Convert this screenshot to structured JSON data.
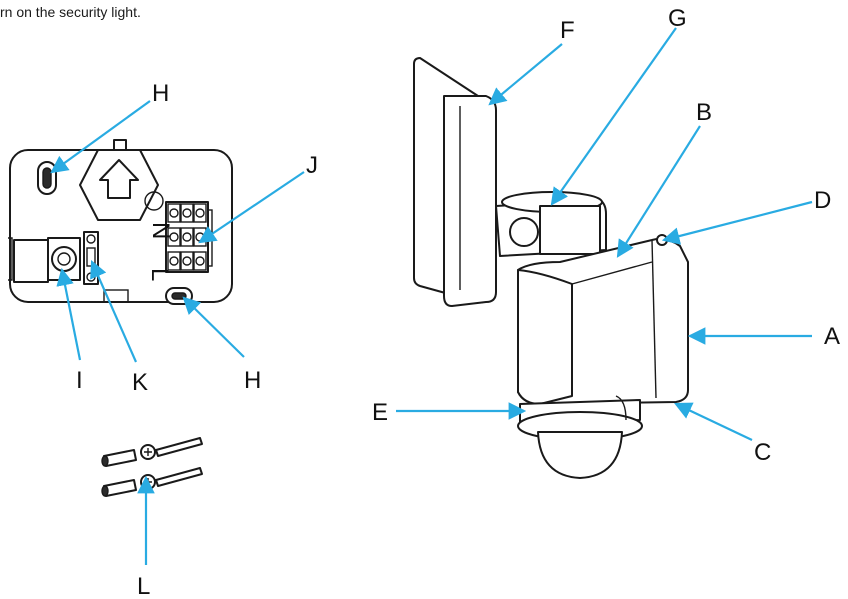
{
  "caption": "rn on the security light.",
  "labels": {
    "A": "A",
    "B": "B",
    "C": "C",
    "D": "D",
    "E": "E",
    "F": "F",
    "G": "G",
    "H": "H",
    "I": "I",
    "J": "J",
    "K": "K",
    "L": "L"
  },
  "terminal_letters": {
    "n": "N",
    "l": "L"
  },
  "colors": {
    "arrow": "#29abe2",
    "line": "#1a1a1a"
  }
}
